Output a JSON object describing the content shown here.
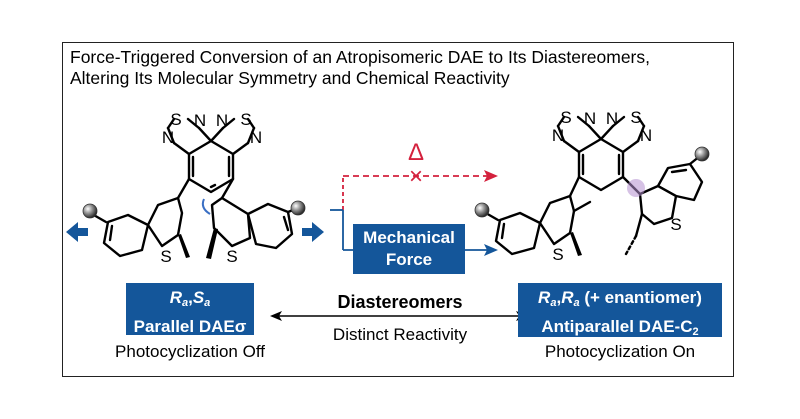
{
  "title": {
    "line1": "Force-Triggered Conversion of an Atropisomeric DAE to Its Diastereomers,",
    "line2": "Altering Its Molecular Symmetry and Chemical Reactivity"
  },
  "atoms": {
    "S": "S",
    "N": "N"
  },
  "heat_symbol": "Δ",
  "blocked_mark": "×",
  "mechanical_force": {
    "line1": "Mechanical",
    "line2": "Force"
  },
  "left_isomer": {
    "stereo_main": "R",
    "stereo_sub": "a",
    "stereo_comma": ",",
    "stereo_main2": "S",
    "stereo_sub2": "a",
    "line2": "Parallel DAEσ",
    "caption": "Photocyclization Off"
  },
  "right_isomer": {
    "stereo_main": "R",
    "stereo_sub": "a",
    "stereo_comma": ",",
    "stereo_main2": "R",
    "stereo_sub2": "a",
    "stereo_rest": " (+ enantiomer)",
    "line2_main": "Antiparallel DAE-C",
    "line2_sub": "2",
    "caption": "Photocyclization On"
  },
  "relation": {
    "top": "Diastereomers",
    "bottom": "Distinct Reactivity"
  },
  "colors": {
    "blue": "#14569a",
    "red": "#d4213d",
    "highlight_purple": "#b48fd0",
    "highlight_blue": "#3a6fc4"
  }
}
